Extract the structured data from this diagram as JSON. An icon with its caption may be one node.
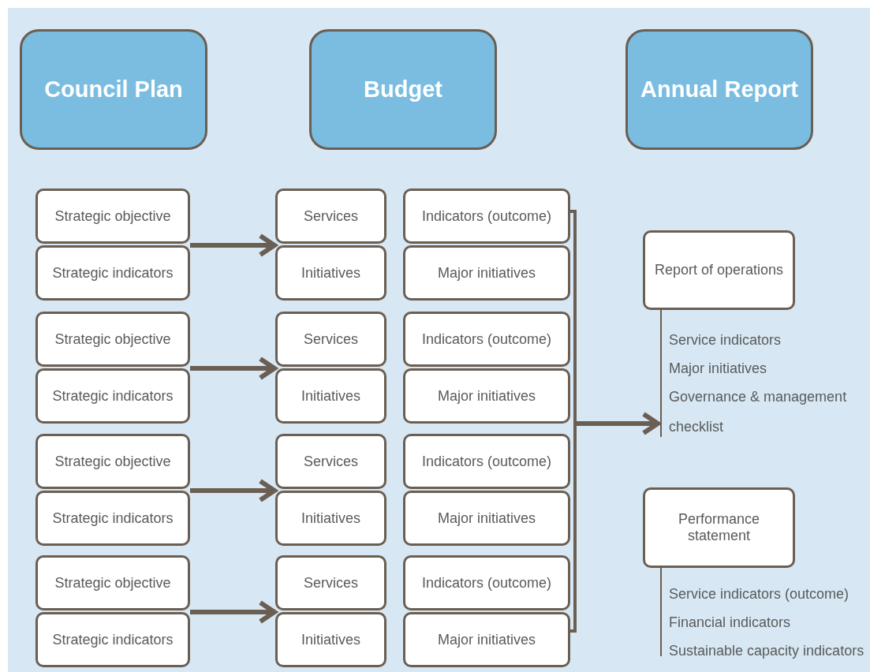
{
  "diagram": {
    "nodes": [
      {
        "text": [
          "Council Plan"
        ]
      },
      {
        "text": [
          "Budget"
        ]
      },
      {
        "text": [
          "Annual Report"
        ]
      },
      {
        "text": [
          "Strategic objective"
        ]
      },
      {
        "text": [
          "Strategic indicators"
        ]
      },
      {
        "text": [
          "Services"
        ]
      },
      {
        "text": [
          "Indicators (outcome)"
        ]
      },
      {
        "text": [
          "Initiatives"
        ]
      },
      {
        "text": [
          "Major initiatives"
        ]
      },
      {
        "text": [
          "Strategic objective"
        ]
      },
      {
        "text": [
          "Strategic indicators"
        ]
      },
      {
        "text": [
          "Services"
        ]
      },
      {
        "text": [
          "Indicators (outcome)"
        ]
      },
      {
        "text": [
          "Initiatives"
        ]
      },
      {
        "text": [
          "Major initiatives"
        ]
      },
      {
        "text": [
          "Strategic objective"
        ]
      },
      {
        "text": [
          "Strategic indicators"
        ]
      },
      {
        "text": [
          "Services"
        ]
      },
      {
        "text": [
          "Indicators (outcome)"
        ]
      },
      {
        "text": [
          "Initiatives"
        ]
      },
      {
        "text": [
          "Major initiatives"
        ]
      },
      {
        "text": [
          "Strategic objective"
        ]
      },
      {
        "text": [
          "Strategic indicators"
        ]
      },
      {
        "text": [
          "Services"
        ]
      },
      {
        "text": [
          "Indicators (outcome)"
        ]
      },
      {
        "text": [
          "Initiatives"
        ]
      },
      {
        "text": [
          "Major initiatives"
        ]
      },
      {
        "text": [
          "Report of operations"
        ]
      },
      {
        "text": [
          "Service indicators",
          "Major initiatives",
          "Governance & management checklist"
        ]
      },
      {
        "text": [
          "Performance statement"
        ]
      },
      {
        "text": [
          "Service indicators (outcome)",
          "Financial indicators",
          "Sustainable capacity indicators"
        ]
      },
      {
        "text": [],
        "shape": "bar"
      }
    ],
    "edges": [
      {
        "from": 3,
        "to": 5,
        "arrow": "to"
      },
      {
        "from": 9,
        "to": 11,
        "arrow": "to"
      },
      {
        "from": 15,
        "to": 17,
        "arrow": "to"
      },
      {
        "from": 21,
        "to": 23,
        "arrow": "to"
      },
      {
        "from": 31,
        "to": 28,
        "arrow": "to"
      },
      {
        "from": 27,
        "to": 28,
        "arrow": "none"
      },
      {
        "from": 29,
        "to": 30,
        "arrow": "none"
      }
    ]
  }
}
